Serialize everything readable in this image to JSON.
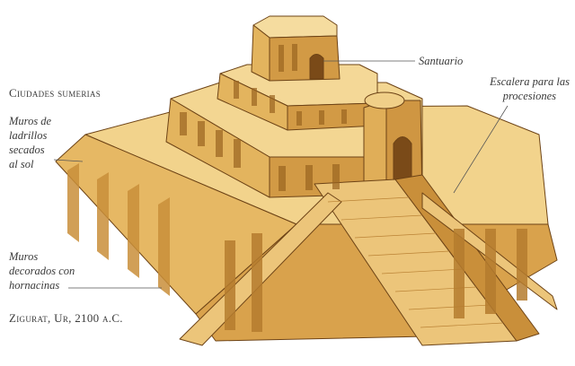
{
  "title": "Ciudades sumerias",
  "caption": "Zigurat, Ur, 2100 a.C.",
  "labels": {
    "santuario": "Santuario",
    "escalera_l1": "Escalera para las",
    "escalera_l2": "procesiones",
    "muros_l1": "Muros de",
    "muros_l2": "ladrillos",
    "muros_l3": "secados",
    "muros_l4": "al sol",
    "decorados_l1": "Muros",
    "decorados_l2": "decorados con",
    "decorados_l3": "hornacinas"
  },
  "colors": {
    "light": "#f2d38c",
    "mid": "#e3b45e",
    "shade": "#c98f3a",
    "dark": "#9a6420",
    "outline": "#6d4316"
  }
}
